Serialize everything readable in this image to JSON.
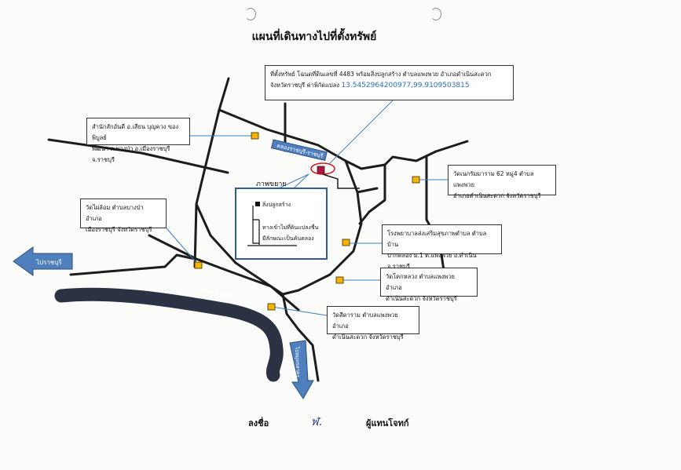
{
  "title": "แผนที่เดินทางไปที่ตั้งทรัพย์",
  "property_box": {
    "line1": "ที่ตั้งทรัพย์ โฉนดที่ดินเลขที่ 4483 พร้อมสิ่งปลูกสร้าง ตำบลแพงพวย อำเภอดำเนินสะดวก",
    "line2": "จังหวัดราชบุรี ค่าพิกัดแปลง",
    "coord": "13.5452964200977,99.9109503815"
  },
  "labels": [
    {
      "id": "office",
      "lines": [
        "สำนักสักอันดี อ.เสียน บุญควง ของพิบูลย์",
        "พัฒนา ต.บางป่า อ.เมืองราชบุรี จ.ราชบุรี"
      ]
    },
    {
      "id": "wat-right-top",
      "lines": [
        "วัดเนกรัมมาราม 62 หมู่4 ตำบลแพงพวย",
        "อำเภอดำเนินสะดวก จังหวัดราชบุรี"
      ]
    },
    {
      "id": "wat-left",
      "lines": [
        "วัดไผ่ล้อม ตำบลบางป่า อำเภอ",
        "เมืองราชบุรี จังหวัดราชบุรี"
      ]
    },
    {
      "id": "hospital",
      "lines": [
        "โรงพยาบาลส่งเสริมสุขภาพตำบล ตำบลบ้าน",
        "ปากคลอง ม.1 ต.แพงพวย อ.ดำเนิน จ.ราชบุรี"
      ]
    },
    {
      "id": "wat-right-mid",
      "lines": [
        "วัดโคกหลวง ตำบลแพงพวย อำเภอ",
        "ดำเนินสะดวก จังหวัดราชบุรี"
      ]
    },
    {
      "id": "wat-bottom",
      "lines": [
        "วัดสีดาราม ตำบลแพงพวย อำเภอ",
        "ดำเนินสะดวก จังหวัดราชบุรี"
      ]
    }
  ],
  "zoom": {
    "title": "ภาพขยาย",
    "label1": "สิ่งปลูกสร้าง",
    "label2": "ทางเข้าไม่ที่ดินแปลงชื่น",
    "label3": "มีลักษณะเป็นคันคลอง"
  },
  "roads": {
    "canal_label": "คลองราชบุรี-ราชบุรี",
    "left_arrow": "ไปราชบุรี",
    "down_arrow": "ไปสมุทรสาคร",
    "river": "แม่น้ำแม่กลอง"
  },
  "signature": {
    "label": "ลงชื่อ",
    "mark": "ฬ.",
    "role": "ผู้แทนโจทก์"
  },
  "colors": {
    "road": "#1c1c1c",
    "river": "#2a3244",
    "arrow_fill": "#4f80bd",
    "leader": "#3b7fc4",
    "landmark": "#f4b400",
    "highlight": "#d8141d"
  }
}
